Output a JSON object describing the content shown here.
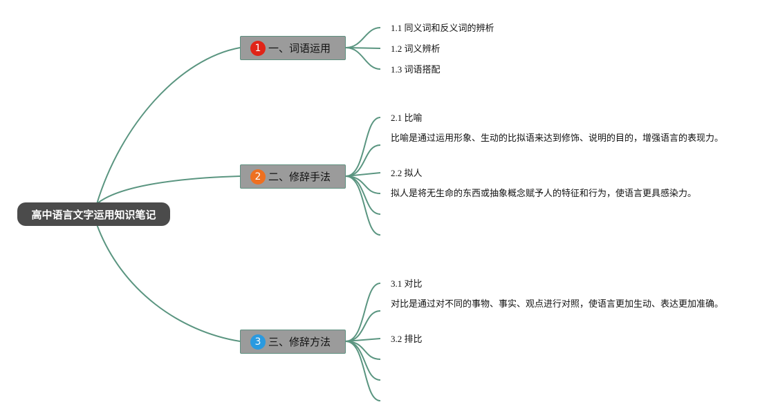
{
  "root": {
    "title": "高中语言文字运用知识笔记"
  },
  "colors": {
    "link": "#5a9580",
    "root_bg": "#4b4b4b",
    "branch_bg": "#9b9b9b"
  },
  "branches": [
    {
      "marker": "1",
      "marker_color": "#e02418",
      "label": "一、词语运用",
      "items": [
        "1.1 同义词和反义词的辨析",
        "1.2 词义辨析",
        "1.3 词语搭配"
      ]
    },
    {
      "marker": "2",
      "marker_color": "#ee7020",
      "label": "二、修辞手法",
      "items": [
        "2.1 比喻",
        "比喻是通过运用形象、生动的比拟语来达到修饰、说明的目的，增强语言的表现力。",
        "2.2 拟人",
        "拟人是将无生命的东西或抽象概念赋予人的特征和行为，使语言更具感染力。"
      ]
    },
    {
      "marker": "3",
      "marker_color": "#2a9ae0",
      "label": "三、修辞方法",
      "items": [
        "3.1 对比",
        "对比是通过对不同的事物、事实、观点进行对照，使语言更加生动、表达更加准确。",
        "3.2 排比"
      ]
    }
  ]
}
